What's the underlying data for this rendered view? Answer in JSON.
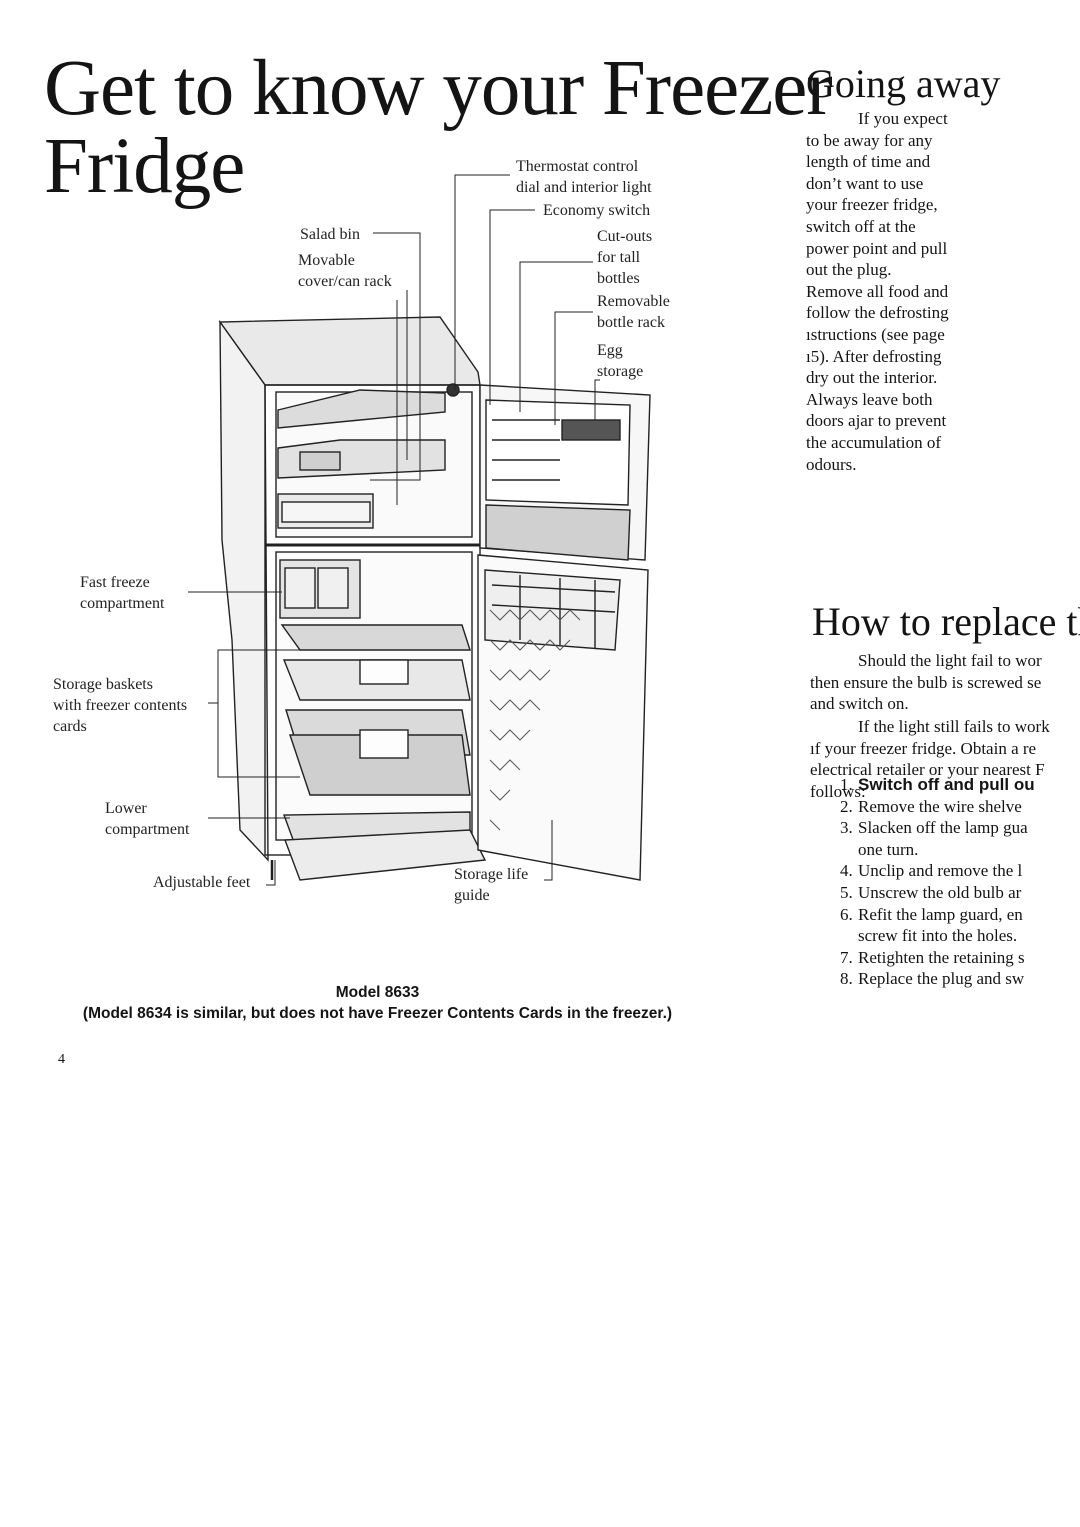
{
  "page": {
    "title_lines": [
      "Get to know your Freezer",
      "Fridge"
    ],
    "page_number": "4"
  },
  "figure_labels": {
    "thermostat": [
      "Thermostat control",
      "dial and interior light"
    ],
    "economy": "Economy switch",
    "salad_bin": "Salad bin",
    "movable_rack": [
      "Movable",
      "cover/can rack"
    ],
    "cutouts": [
      "Cut-outs",
      "for tall",
      "bottles"
    ],
    "bottle_rack": [
      "Removable",
      "bottle rack"
    ],
    "egg_storage": [
      "Egg",
      "storage"
    ],
    "fast_freeze": [
      "Fast freeze",
      "compartment"
    ],
    "storage_baskets": [
      "Storage baskets",
      "with freezer contents",
      "cards"
    ],
    "lower_compartment": [
      "Lower",
      "compartment"
    ],
    "adjustable_feet": "Adjustable feet",
    "storage_life": [
      "Storage life",
      "guide"
    ]
  },
  "caption": {
    "model": "Model 8633",
    "note": "(Model 8634 is similar, but does not have Freezer Contents Cards in the freezer.)"
  },
  "going_away": {
    "heading": "Going away",
    "lines": [
      "If you expect",
      "to be away for any",
      "length of time and",
      "don’t want to use",
      "your freezer fridge,",
      "switch off at the",
      "power point and pull",
      "out the plug.",
      "Remove all food and",
      "follow the defrosting",
      "ıstructions (see page",
      "ı5). After defrosting",
      "dry out the interior.",
      "Always leave both",
      "doors ajar to prevent",
      "the accumulation of",
      "odours."
    ]
  },
  "replace": {
    "heading": "How to replace th",
    "para1": [
      "Should the light fail to wor",
      "then ensure the bulb is screwed se",
      "and switch on."
    ],
    "para2": [
      "If the light still fails to work",
      "ıf your freezer fridge. Obtain a re",
      "electrical retailer or your nearest F",
      "follows:"
    ],
    "steps": [
      {
        "num": "1.",
        "text": "Switch off and pull ou",
        "bold": true
      },
      {
        "num": "2.",
        "text": "Remove the wire shelve"
      },
      {
        "num": "3.",
        "text": "Slacken off the lamp gua",
        "cont": "one turn."
      },
      {
        "num": "4.",
        "text": "Unclip and remove the l"
      },
      {
        "num": "5.",
        "text": "Unscrew the old bulb ar"
      },
      {
        "num": "6.",
        "text": "Refit the lamp guard, en",
        "cont": "screw fit into the holes."
      },
      {
        "num": "7.",
        "text": "Retighten the retaining s"
      },
      {
        "num": "8.",
        "text": "Replace the plug and sw"
      }
    ]
  }
}
